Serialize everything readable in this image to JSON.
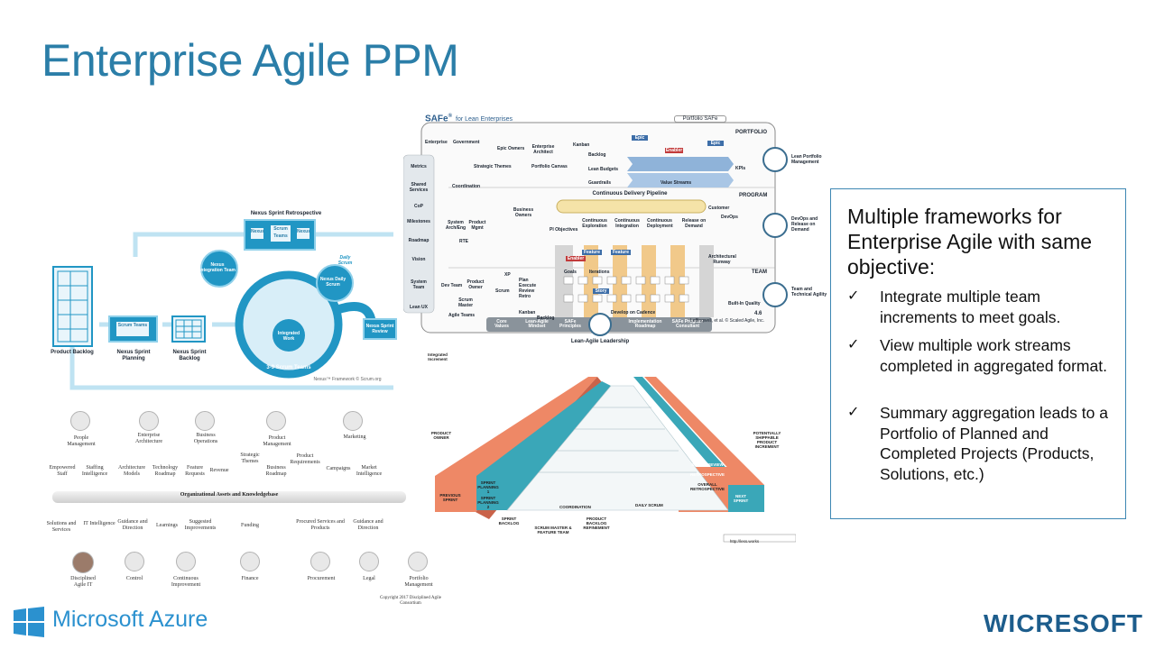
{
  "slide": {
    "title": "Enterprise Agile PPM"
  },
  "panel": {
    "heading": "Multiple frameworks for Enterprise Agile with same objective:",
    "bullets": [
      "Integrate multiple team increments to meet goals.",
      "View multiple work streams completed in aggregated format.",
      "Summary aggregation leads to a Portfolio of Planned and Completed Projects (Products, Solutions, etc.)"
    ]
  },
  "nexus": {
    "retrospective": "Nexus Sprint Retrospective",
    "product_backlog": "Product Backlog",
    "sprint_planning": "Nexus Sprint Planning",
    "sprint_backlog": "Nexus Sprint Backlog",
    "integration_team": "Nexus Integration Team",
    "daily_scrum": "Nexus Daily Scrum",
    "integrated_work": "Integrated Work",
    "scrum_teams": "3-9 Scrum Teams",
    "sprint_review": "Nexus Sprint Review",
    "daily_scrum_small": "Daily Scrum",
    "scrum_teams_card": "Scrum Teams",
    "nexus_card": "Nexus",
    "copyright": "Nexus™ Framework © Scrum.org"
  },
  "safe": {
    "title": "SAFe",
    "reg": "®",
    "subtitle": "for Lean Enterprises",
    "tab": "Portfolio SAFe",
    "levels": [
      "PORTFOLIO",
      "PROGRAM",
      "TEAM"
    ],
    "right_labels": [
      "Lean Portfolio Management",
      "DevOps and Release on Demand",
      "Team and Technical Agility"
    ],
    "left_items": [
      "Metrics",
      "Shared Services",
      "CoP",
      "Milestones",
      "Roadmap",
      "Vision",
      "System Team",
      "Lean UX"
    ],
    "portfolio_items": [
      "Enterprise",
      "Government",
      "Epic Owners",
      "Enterprise Architect",
      "Strategic Themes",
      "Portfolio Canvas",
      "Kanban",
      "Backlog",
      "Lean Budgets",
      "Guardrails",
      "Value Streams",
      "KPIs",
      "Coordination"
    ],
    "program_items": [
      "Business Owners",
      "System Arch/Eng",
      "Product Mgmt",
      "RTE",
      "PI Objectives",
      "Continuous Delivery Pipeline",
      "Continuous Exploration",
      "Continuous Integration",
      "Continuous Deployment",
      "Release on Demand",
      "Customer",
      "DevOps",
      "Architectural Runway"
    ],
    "team_items": [
      "Dev Team",
      "Product Owner",
      "Scrum Master",
      "Agile Teams",
      "Kanban",
      "Scrum",
      "XP",
      "Plan",
      "Execute",
      "Review",
      "Retro",
      "Backlog",
      "Built-In Quality",
      "Develop on Cadence",
      "Iterations",
      "Goals"
    ],
    "bottom_items": [
      "Core Values",
      "Lean-Agile Mindset",
      "SAFe Principles",
      "Implementation Roadmap",
      "SAFe Program Consultant"
    ],
    "leadership": "Lean-Agile Leadership",
    "version": "4.6",
    "credit": "Leffingwell, et al. © Scaled Agile, Inc.",
    "tags": [
      "Epic",
      "Enabler",
      "Epic",
      "Feature",
      "Enabler",
      "Feature",
      "Story"
    ]
  },
  "less": {
    "integrated_increment": "Integrated Increment",
    "product_owner": "PRODUCT OWNER",
    "previous_sprint": "PREVIOUS SPRINT",
    "sprint_planning_1": "SPRINT PLANNING 1",
    "sprint_planning_2": "SPRINT PLANNING 2",
    "sprint_backlog": "SPRINT BACKLOG",
    "scrum_master": "SCRUM MASTER & FEATURE TEAM",
    "product_backlog_refinement": "PRODUCT BACKLOG REFINEMENT",
    "coordination": "COORDINATION",
    "daily_scrum": "DAILY SCRUM",
    "sprint_review": "SPRINT REVIEW",
    "retrospective": "RETROSPECTIVE",
    "overall_retro": "OVERALL RETROSPECTIVE",
    "next_sprint": "NEXT SPRINT",
    "shippable": "POTENTIALLY SHIPPABLE PRODUCT INCREMENT",
    "url": "http://less.works"
  },
  "da": {
    "top": [
      "People Management",
      "Enterprise Architecture",
      "Business Operations",
      "Product Management",
      "Marketing"
    ],
    "mid": [
      "Empowered Staff",
      "Staffing Intelligence",
      "Architecture Models",
      "Technology Roadmap",
      "Feature Requests",
      "Revenue",
      "Strategic Themes",
      "Business Roadmap",
      "Product Requirements",
      "Campaigns",
      "Market Intelligence"
    ],
    "bar": "Organizational Assets and Knowledgebase",
    "lower": [
      "Solutions and Services",
      "IT Intelligence",
      "Guidance and Direction",
      "Learnings",
      "Suggested Improvements",
      "Funding",
      "Procured Services and Products",
      "Guidance and Direction"
    ],
    "bottom": [
      "Disciplined Agile IT",
      "Control",
      "Continuous Improvement",
      "Finance",
      "Procurement",
      "Legal",
      "Portfolio Management"
    ],
    "copyright": "Copyright 2017 Disciplined Agile Consortium"
  },
  "logos": {
    "microsoft": "Microsoft Azure",
    "wicresoft": "WICRESOFT"
  },
  "colors": {
    "title": "#2b7ea8",
    "nexus_blue": "#2196c4",
    "panel_border": "#3d87b3",
    "less_orange": "#ee8866",
    "less_teal": "#3aa7b8",
    "azure_blue": "#2b91cf",
    "wicresoft_blue": "#1d5d8c"
  }
}
